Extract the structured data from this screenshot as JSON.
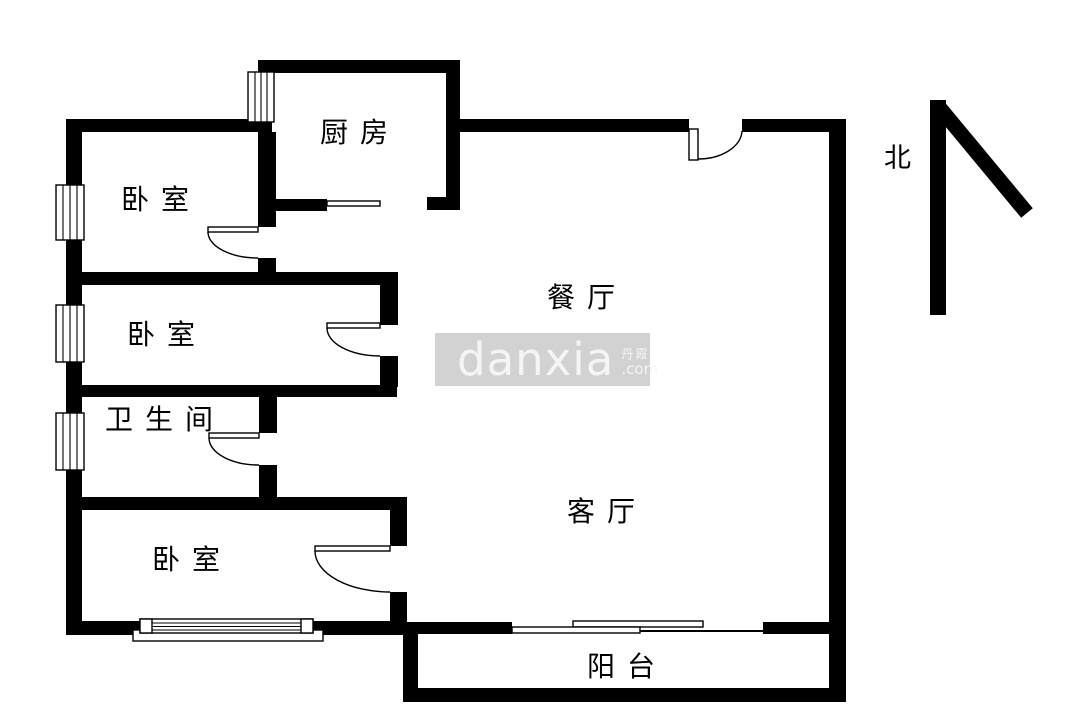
{
  "rooms": {
    "kitchen": {
      "label": "厨房"
    },
    "bedroom_top_left": {
      "label": "卧室"
    },
    "bedroom_mid_left": {
      "label": "卧室"
    },
    "bathroom": {
      "label": "卫生间"
    },
    "bedroom_bottom_left": {
      "label": "卧室"
    },
    "dining_room": {
      "label": "餐厅"
    },
    "living_room": {
      "label": "客厅"
    },
    "balcony": {
      "label": "阳台"
    }
  },
  "compass": {
    "north_label": "北"
  },
  "watermark": {
    "brand": "danxia",
    "brand_cn": "丹霞",
    "suffix": ".com"
  },
  "colors": {
    "wall": "#000000",
    "label_text": "#000000",
    "watermark_bg": "#d2d2d2",
    "watermark_text": "#f5f5f5"
  }
}
